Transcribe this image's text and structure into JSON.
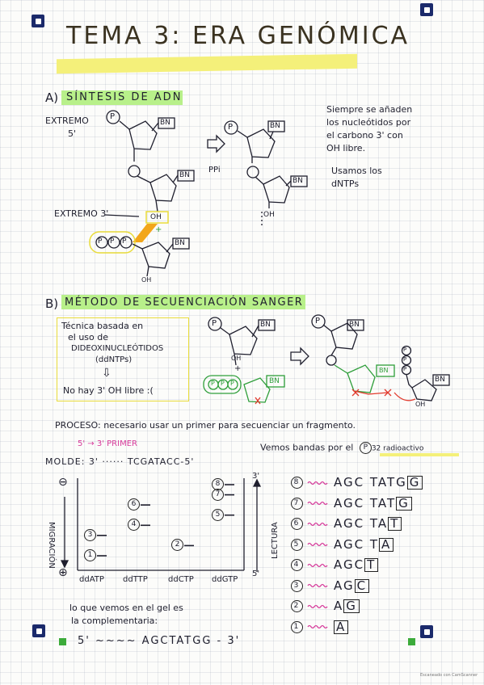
{
  "title": "TEMA 3: ERA GENÓMICA",
  "section_a": {
    "label": "A)",
    "heading": "SÍNTESIS DE ADN",
    "extremo5_line1": "EXTREMO",
    "extremo5_line2": "5'",
    "extremo3": "EXTREMO 3'",
    "oh": "OH",
    "plus": "+",
    "ppi": "PPi",
    "note_line1": "Siempre se añaden",
    "note_line2": "los nucleótidos por",
    "note_line3": "el carbono 3' con",
    "note_line4": "OH libre.",
    "note2_line1": "Usamos los",
    "note2_line2": "dNTPs",
    "bn": "BN",
    "p": "P"
  },
  "section_b": {
    "label": "B)",
    "heading": "MÉTODO DE SECUENCIACIÓN SANGER",
    "box_line1": "Técnica basada en",
    "box_line2": "el uso de",
    "box_line3": "DIDEOXINUCLEÓTIDOS",
    "box_line4": "(ddNTPs)",
    "box_line5": "No hay 3' OH libre :(",
    "proceso": "PROCESO: necesario usar un primer para secuenciar un fragmento.",
    "primer_label": "5' → 3' PRIMER",
    "vemos": "Vemos bandas por el",
    "p32": "P",
    "radio": "32 radioactivo",
    "molde": "MOLDE: 3' ······ TCGATACC-5'",
    "gel_top": "⊖",
    "gel_bottom": "⊕",
    "migracion": "MIGRACIÓN",
    "lectura": "LECTURA",
    "lectura_top": "3'",
    "lectura_bottom": "5'",
    "lanes": [
      "ddATP",
      "ddTTP",
      "ddCTP",
      "ddGTP"
    ],
    "bands": [
      {
        "num": "1",
        "lane": 0
      },
      {
        "num": "2",
        "lane": 2
      },
      {
        "num": "3",
        "lane": 0
      },
      {
        "num": "4",
        "lane": 1
      },
      {
        "num": "5",
        "lane": 3
      },
      {
        "num": "6",
        "lane": 1
      },
      {
        "num": "7",
        "lane": 3
      },
      {
        "num": "8",
        "lane": 3
      }
    ],
    "fragments": [
      {
        "num": "8",
        "prefix": "AGC TATG",
        "last": "G"
      },
      {
        "num": "7",
        "prefix": "AGC TAT",
        "last": "G"
      },
      {
        "num": "6",
        "prefix": "AGC TA",
        "last": "T"
      },
      {
        "num": "5",
        "prefix": "AGC T",
        "last": "A"
      },
      {
        "num": "4",
        "prefix": "AGC",
        "last": "T"
      },
      {
        "num": "3",
        "prefix": "AG",
        "last": "C"
      },
      {
        "num": "2",
        "prefix": "A",
        "last": "G"
      },
      {
        "num": "1",
        "prefix": "",
        "last": "A"
      }
    ],
    "gel_note_line1": "lo que vemos en el gel es",
    "gel_note_line2": "la complementaria:",
    "comp_seq": "5' ~~~~ AGCTATGG - 3'"
  },
  "footer": "Escaneado con CamScanner",
  "colors": {
    "ink": "#1f1f2e",
    "yellow": "#f4f07a",
    "green": "#b8f08a",
    "pink": "#d63a9a",
    "red": "#e23b2e",
    "orange": "#f2a61a",
    "green_ink": "#2e9e3a"
  }
}
